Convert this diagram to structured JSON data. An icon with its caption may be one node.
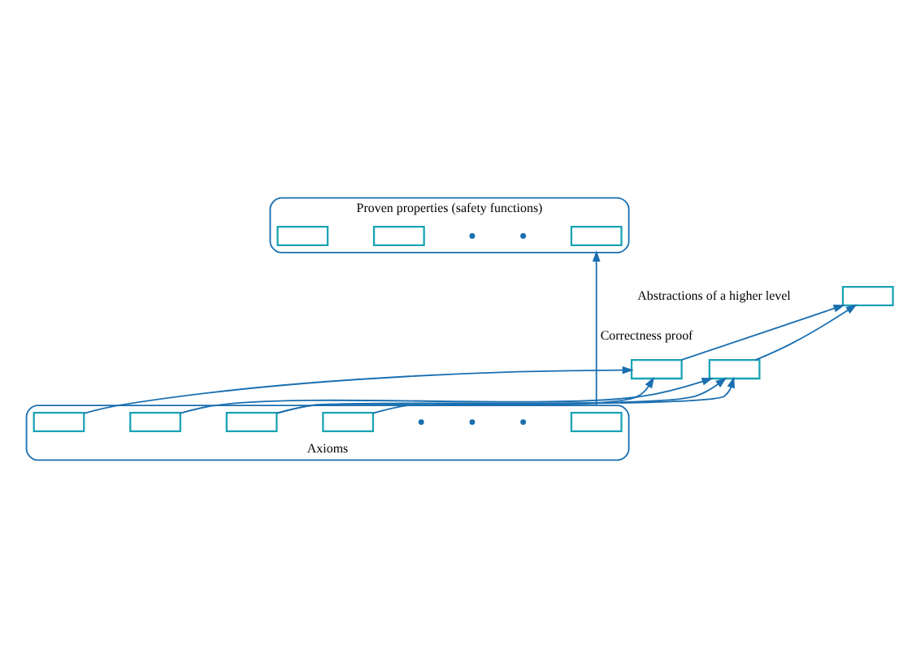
{
  "diagram": {
    "nodes": [
      {
        "text": [
          "Proven properties (safety functions)"
        ]
      },
      {
        "text": [],
        "shape": "box",
        "in": 0
      },
      {
        "text": [],
        "shape": "box",
        "in": 0
      },
      {
        "text": [],
        "shape": "dot",
        "in": 0
      },
      {
        "text": [],
        "shape": "dot",
        "in": 0
      },
      {
        "text": [],
        "shape": "box",
        "in": 0
      },
      {
        "text": [],
        "shape": "box"
      },
      {
        "text": [],
        "shape": "box"
      },
      {
        "text": [],
        "shape": "box"
      },
      {
        "text": [
          "Axioms"
        ]
      },
      {
        "text": [],
        "shape": "box",
        "in": 9
      },
      {
        "text": [],
        "shape": "box",
        "in": 9
      },
      {
        "text": [],
        "shape": "box",
        "in": 9
      },
      {
        "text": [],
        "shape": "box",
        "in": 9
      },
      {
        "text": [],
        "shape": "dot",
        "in": 9
      },
      {
        "text": [],
        "shape": "dot",
        "in": 9
      },
      {
        "text": [],
        "shape": "dot",
        "in": 9
      },
      {
        "text": [],
        "shape": "box",
        "in": 9
      }
    ],
    "edges": [
      {
        "from": 7,
        "to": 6,
        "arrow": "to"
      },
      {
        "from": 8,
        "to": 6,
        "arrow": "to"
      },
      {
        "from": 10,
        "to": 7,
        "arrow": "to"
      },
      {
        "from": 12,
        "to": 7,
        "arrow": "to"
      },
      {
        "from": 11,
        "to": 8,
        "arrow": "to"
      },
      {
        "from": 12,
        "to": 8,
        "arrow": "to"
      },
      {
        "from": 13,
        "to": 8,
        "arrow": "to"
      },
      {
        "from": 9,
        "to": 0,
        "arrow": "to",
        "label": "Correctness proof"
      }
    ],
    "labels": [
      "Abstractions of a higher level"
    ]
  }
}
